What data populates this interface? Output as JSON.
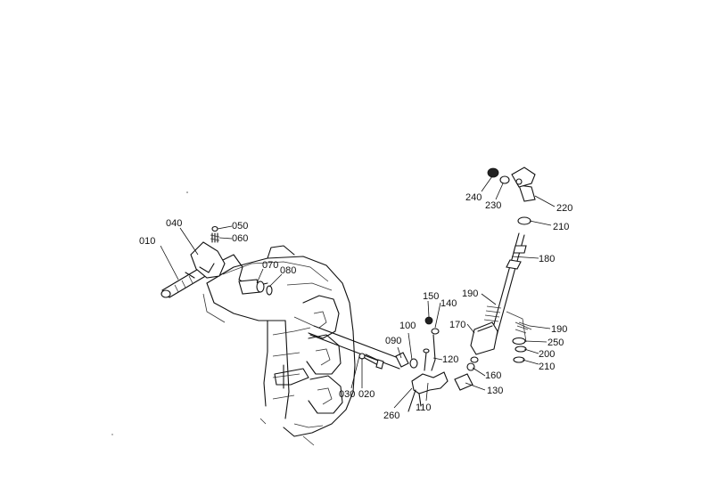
{
  "parts": [
    {
      "id": "p010",
      "label": "010"
    },
    {
      "id": "p020",
      "label": "020"
    },
    {
      "id": "p030",
      "label": "030"
    },
    {
      "id": "p040",
      "label": "040"
    },
    {
      "id": "p050",
      "label": "050"
    },
    {
      "id": "p060",
      "label": "060"
    },
    {
      "id": "p070",
      "label": "070"
    },
    {
      "id": "p080",
      "label": "080"
    },
    {
      "id": "p090",
      "label": "090"
    },
    {
      "id": "p100",
      "label": "100"
    },
    {
      "id": "p110",
      "label": "110"
    },
    {
      "id": "p120",
      "label": "120"
    },
    {
      "id": "p130",
      "label": "130"
    },
    {
      "id": "p140",
      "label": "140"
    },
    {
      "id": "p150",
      "label": "150"
    },
    {
      "id": "p160",
      "label": "160"
    },
    {
      "id": "p170",
      "label": "170"
    },
    {
      "id": "p180",
      "label": "180"
    },
    {
      "id": "p190a",
      "label": "190"
    },
    {
      "id": "p190b",
      "label": "190"
    },
    {
      "id": "p200",
      "label": "200"
    },
    {
      "id": "p210a",
      "label": "210"
    },
    {
      "id": "p210b",
      "label": "210"
    },
    {
      "id": "p220",
      "label": "220"
    },
    {
      "id": "p230",
      "label": "230"
    },
    {
      "id": "p240",
      "label": "240"
    },
    {
      "id": "p250",
      "label": "250"
    },
    {
      "id": "p260",
      "label": "260"
    }
  ]
}
